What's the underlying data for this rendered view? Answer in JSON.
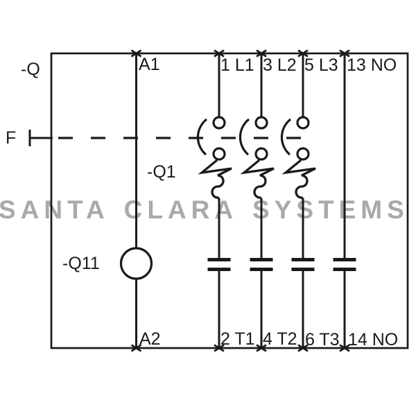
{
  "watermark": {
    "text": "SANTA CLARA SYSTEMS",
    "color": "#a9a9a9"
  },
  "diagram": {
    "type": "contactor-with-motor-protective-breaker-schematic",
    "breaker_ref": "-Q",
    "trip_ref": "F",
    "overload_ref": "-Q1",
    "coil_ref": "-Q11",
    "coil_terminal_top": "A1",
    "coil_terminal_bottom": "A2",
    "poles": [
      {
        "top_terminal": "1 L1",
        "bottom_terminal": "2 T1"
      },
      {
        "top_terminal": "3 L2",
        "bottom_terminal": "4 T2"
      },
      {
        "top_terminal": "5 L3",
        "bottom_terminal": "6 T3"
      },
      {
        "top_terminal": "13 NO",
        "bottom_terminal": "14 NO"
      }
    ],
    "colors": {
      "line": "#1a1a1a",
      "background": "#ffffff"
    }
  }
}
